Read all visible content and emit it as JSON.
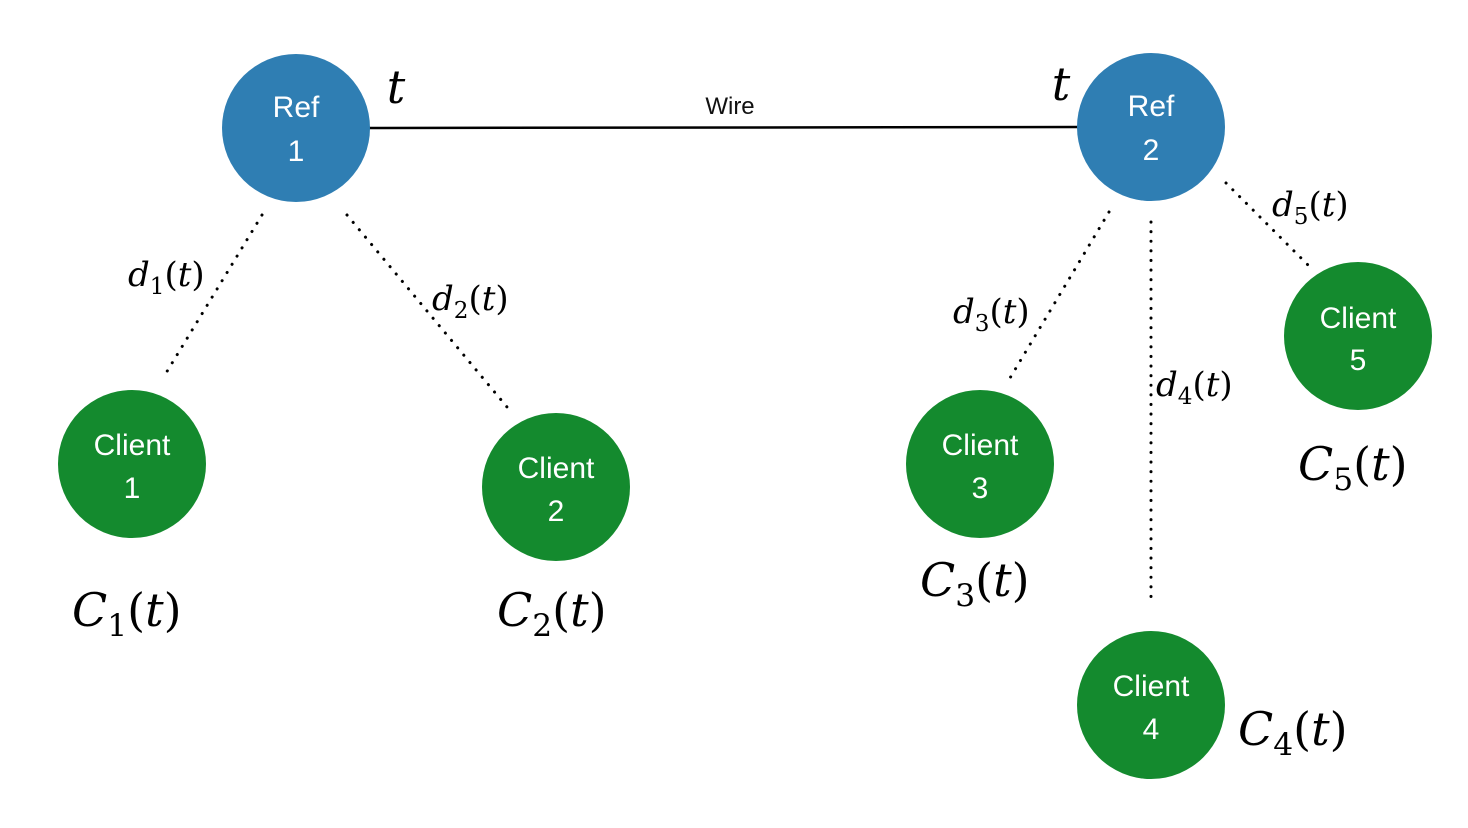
{
  "colors": {
    "ref_fill": "#2f7eb3",
    "client_fill": "#148a2e",
    "line": "#000000"
  },
  "wire": {
    "label": "Wire"
  },
  "refs": [
    {
      "id": "ref1",
      "line1": "Ref",
      "line2": "1",
      "time_label": "t"
    },
    {
      "id": "ref2",
      "line1": "Ref",
      "line2": "2",
      "time_label": "t"
    }
  ],
  "clients": [
    {
      "id": "client1",
      "line1": "Client",
      "line2": "1",
      "clock": {
        "base": "C",
        "sub": "1",
        "arg": "t"
      },
      "link": {
        "base": "d",
        "sub": "1",
        "arg": "t"
      }
    },
    {
      "id": "client2",
      "line1": "Client",
      "line2": "2",
      "clock": {
        "base": "C",
        "sub": "2",
        "arg": "t"
      },
      "link": {
        "base": "d",
        "sub": "2",
        "arg": "t"
      }
    },
    {
      "id": "client3",
      "line1": "Client",
      "line2": "3",
      "clock": {
        "base": "C",
        "sub": "3",
        "arg": "t"
      },
      "link": {
        "base": "d",
        "sub": "3",
        "arg": "t"
      }
    },
    {
      "id": "client4",
      "line1": "Client",
      "line2": "4",
      "clock": {
        "base": "C",
        "sub": "4",
        "arg": "t"
      },
      "link": {
        "base": "d",
        "sub": "4",
        "arg": "t"
      }
    },
    {
      "id": "client5",
      "line1": "Client",
      "line2": "5",
      "clock": {
        "base": "C",
        "sub": "5",
        "arg": "t"
      },
      "link": {
        "base": "d",
        "sub": "5",
        "arg": "t"
      }
    }
  ]
}
